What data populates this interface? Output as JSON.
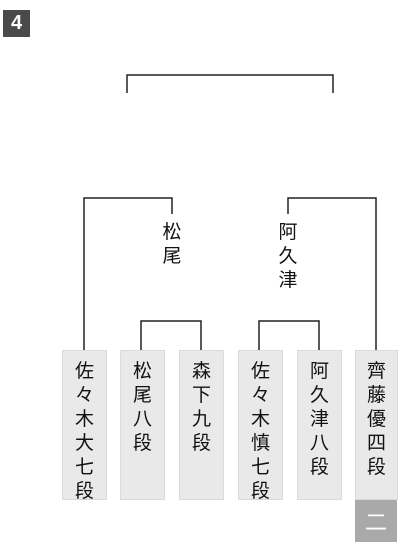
{
  "round_badge": "4",
  "winners": [
    "松尾",
    "阿久津"
  ],
  "players": [
    {
      "name": "佐々木大七段"
    },
    {
      "name": "松尾八段"
    },
    {
      "name": "森下九段"
    },
    {
      "name": "佐々木慎七段"
    },
    {
      "name": "阿久津八段"
    },
    {
      "name": "齊藤優四段"
    }
  ],
  "footer_badge": "二",
  "colors": {
    "badge_bg": "#4a4a4a",
    "card_bg": "#e9e9e9",
    "footer_badge_bg": "#a9a9a9",
    "line": "#222222"
  }
}
